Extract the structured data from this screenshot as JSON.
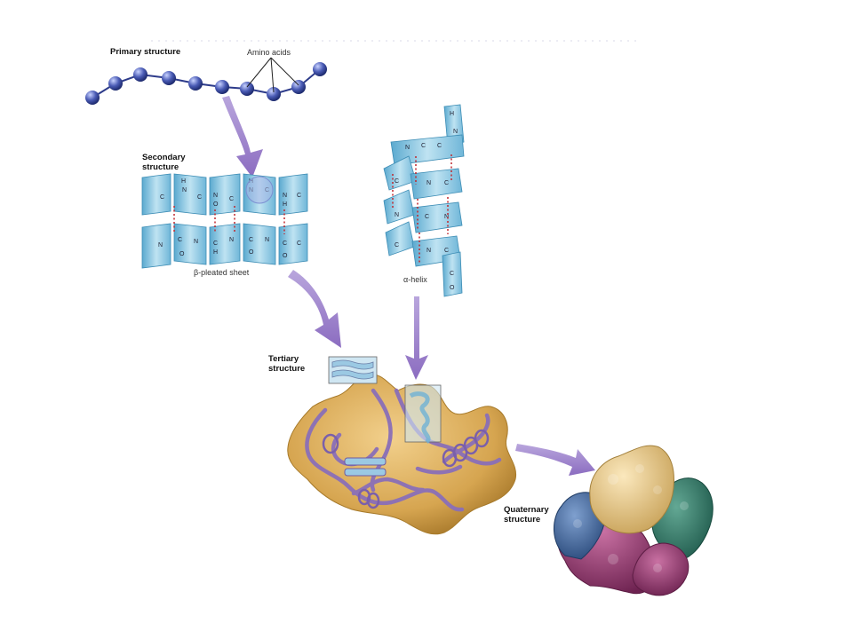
{
  "labels": {
    "primary": "Primary structure",
    "amino_acids": "Amino acids",
    "secondary_line1": "Secondary",
    "secondary_line2": "structure",
    "beta_sheet": "β-pleated sheet",
    "alpha_helix": "α-helix",
    "tertiary_line1": "Tertiary",
    "tertiary_line2": "structure",
    "quaternary_line1": "Quaternary",
    "quaternary_line2": "structure"
  },
  "colors": {
    "amino_acid": "#4a5bb5",
    "arrow": "#9b7fc7",
    "sheet": "#8ec9e3",
    "tertiary_body": "#d8aa55",
    "chain": "#8a6fb8",
    "subunit_tan": "#e8c98a",
    "subunit_blue": "#41689d",
    "subunit_green": "#2f7d6b",
    "subunit_magenta": "#9b3d72"
  }
}
